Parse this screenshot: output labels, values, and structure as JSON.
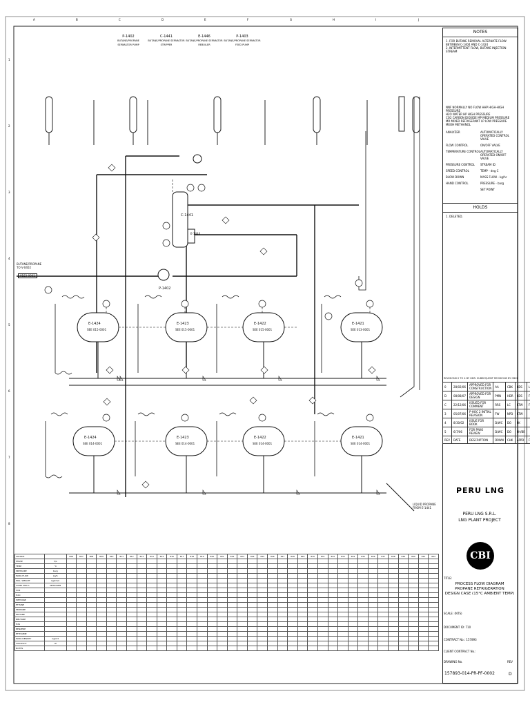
{
  "equipment_header": [
    {
      "tag": "P-1402",
      "desc": "BUTANE/PROPANE SEPARATOR PUMP"
    },
    {
      "tag": "C-1441",
      "desc": "BUTANE/PROPANE SEPARATOR STRIPPER"
    },
    {
      "tag": "E-1446",
      "desc": "BUTANE/PROPANE SEPARATOR REBOILER"
    },
    {
      "tag": "P-1403",
      "desc": "BUTANE/PROPANE SEPARATOR FEED PUMP"
    }
  ],
  "vessels": {
    "upper": [
      {
        "tag": "E-1424",
        "sub": "SEE 015-0001"
      },
      {
        "tag": "E-1423",
        "sub": "SEE 015-0001"
      },
      {
        "tag": "E-1422",
        "sub": "SEE 015-0001"
      },
      {
        "tag": "E-1421",
        "sub": "SEE 013-0001"
      }
    ],
    "lower": [
      {
        "tag": "E-1424",
        "sub": "SEE 014-0001"
      },
      {
        "tag": "E-1423",
        "sub": "SEE 014-0001"
      },
      {
        "tag": "E-1422",
        "sub": "SEE 014-0001"
      },
      {
        "tag": "E-1421",
        "sub": "SEE 014-0001"
      }
    ],
    "pump": "P-1402",
    "column": "C-1441",
    "reboiler": "E-1446"
  },
  "inlet_label": "BUTANE/PROPANE TO V-0402",
  "inlet_ref": "0153-0001",
  "liquid_label": "LIQUID PROPANE FROM E-1441",
  "notes": {
    "title": "NOTES",
    "items": [
      "1. FOR BUTANE REMOVAL ALTERNATE FLOW BETWEEN C-1404 AND C-1424",
      "2. INTERMITTENT FLOW, BUTANE INJECTION STREAM"
    ],
    "abbreviations": [
      "NNF NORMALLY NO FLOW   HHP HIGH-HIGH PRESSURE",
      "H2O WATER   HP HIGH PRESSURE",
      "CO2 CARBON DIOXIDE   MP MEDIUM PRESSURE",
      "MR MIXED REFRIGERANT   LP LOW PRESSURE",
      "MEOH METHANOL"
    ],
    "legend": [
      "ANALYZER",
      "FLOW CONTROL",
      "TEMPERATURE CONTROL",
      "PRESSURE CONTROL",
      "SPEED CONTROL",
      "BLOW DOWN",
      "HAND CONTROL",
      "AUTOMATICALLY OPERATED CONTROL VALVE",
      "ON/OFF VALVE",
      "AUTOMATICALLY OPERATED ON/OFF VALVE",
      "STREAM ID",
      "TEMP - deg C",
      "MASS FLOW - kg/hr",
      "PRESSURE - barg",
      "SET POINT"
    ]
  },
  "holds": {
    "title": "HOLDS",
    "items": [
      "1. DELETED."
    ]
  },
  "revisions": {
    "caption": "REVISIONS 0 TO 4 BY HDR. SUBSEQUENT REVISIONS BY CBKI",
    "rows": [
      [
        "0",
        "28/02/06",
        "APPROVED FOR CONSTRUCTION",
        "AA",
        "CBK",
        "KDS",
        "LC"
      ],
      [
        "D",
        "08/08/07",
        "APPROVED FOR DESIGN",
        "PMN",
        "HDR",
        "KDS",
        "FW"
      ],
      [
        "C",
        "22/12/06",
        "ISSUED FOR COMMENT",
        "RRS",
        "LC",
        "RTW",
        "FG"
      ],
      [
        "3",
        "05/07/06",
        "P-HOC 2 INITIAL REVISION",
        "FW",
        "NPD",
        "RTW",
        ""
      ],
      [
        "4",
        "8/30/02",
        "ISSUE FOR BOOK",
        "D/WC",
        "DO",
        "PK",
        ""
      ],
      [
        "5",
        "6/7/06",
        "FOR PIWO REVIEW",
        "D/WC",
        "DO",
        "PH/BR",
        ""
      ],
      [
        "REV",
        "DATE",
        "DESCRIPTION",
        "DRWN",
        "CHK",
        "APPD",
        "FRS"
      ]
    ]
  },
  "logo": "PERU LNG",
  "company": [
    "PERU LNG S.R.L.",
    "LNG PLANT PROJECT"
  ],
  "cbi": "CBI",
  "drawing_title": [
    "PROCESS FLOW DIAGRAM",
    "PROPANE REFRIGERATION",
    "DESIGN CASE (15°C AMBIENT TEMP)"
  ],
  "meta": {
    "title_label": "TITLE:",
    "scale": "SCALE: (NTS)",
    "document": "DOCUMENT ID: 710",
    "contract": "CONTRACT No.: 157893",
    "client": "CLIENT CONTRACT No.:",
    "drawing_label": "DRAWING No.",
    "rev_label": "REV",
    "drawing_no": "157893-014-PR-PF-0002",
    "rev": "D"
  },
  "stream_table": {
    "rows": [
      "SOURCE",
      "PHASE",
      "TEMP",
      "PRESSURE",
      "MASS FLOW",
      "MOL. WEIGHT",
      "COMP. MOL%",
      "CO2",
      "H2O",
      "METHANE",
      "ETHANE",
      "PROPANE",
      "IBUTANE",
      "NBUTANE",
      "H2S",
      "BENZENE",
      "ETHYLENE",
      "MASS DENSITY",
      "VISCOSITY",
      "NOTES"
    ],
    "units": [
      "",
      "V/L",
      "°C",
      "barg",
      "kg/h",
      "kg/kmol",
      "NITROGEN",
      "",
      "",
      "",
      "",
      "",
      "",
      "",
      "",
      "",
      "",
      "kg/m3",
      "cP",
      ""
    ],
    "cols": [
      "806",
      "807",
      "808",
      "809",
      "810",
      "811",
      "812",
      "813",
      "814",
      "815",
      "816",
      "817",
      "818",
      "819",
      "820",
      "821",
      "822",
      "823",
      "824",
      "825",
      "826",
      "827",
      "828",
      "829",
      "830",
      "831",
      "832",
      "833",
      "834",
      "835",
      "836",
      "837",
      "838",
      "839",
      "840",
      "841",
      "842"
    ]
  },
  "colors": {
    "line": "#111111",
    "paper": "#ffffff"
  }
}
